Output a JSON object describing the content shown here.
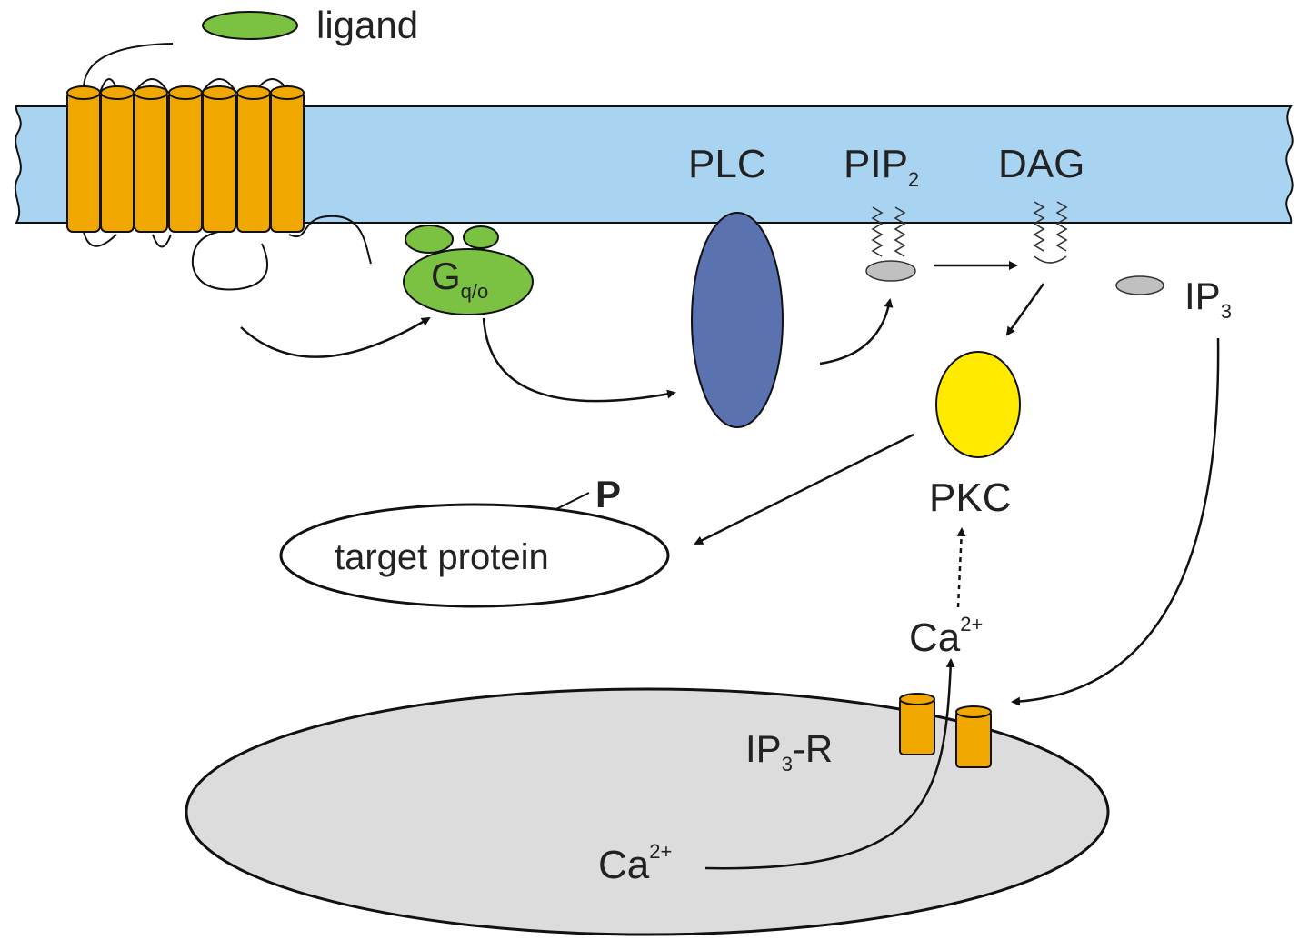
{
  "labels": {
    "ligand": "ligand",
    "g_main": "G",
    "g_sub": "q/o",
    "plc": "PLC",
    "pip_main": "PIP",
    "pip_sub": "2",
    "dag": "DAG",
    "ip3_main": "IP",
    "ip3_sub": "3",
    "pkc": "PKC",
    "phospho": "P",
    "target": "target protein",
    "ca_cyto_main": "Ca",
    "ca_cyto_sup": "2+",
    "ca_er_main": "Ca",
    "ca_er_sup": "2+",
    "ip3r_main": "IP",
    "ip3r_sub": "3",
    "ip3r_suffix": "-R"
  },
  "colors": {
    "membrane": "#a8d4f2",
    "receptor": "#f0a800",
    "g_protein": "#7cc242",
    "plc": "#5b72b0",
    "pkc": "#ffea00",
    "lipid_head": "#c0c0c0",
    "er": "#dcdcdc",
    "stroke": "#111111"
  }
}
